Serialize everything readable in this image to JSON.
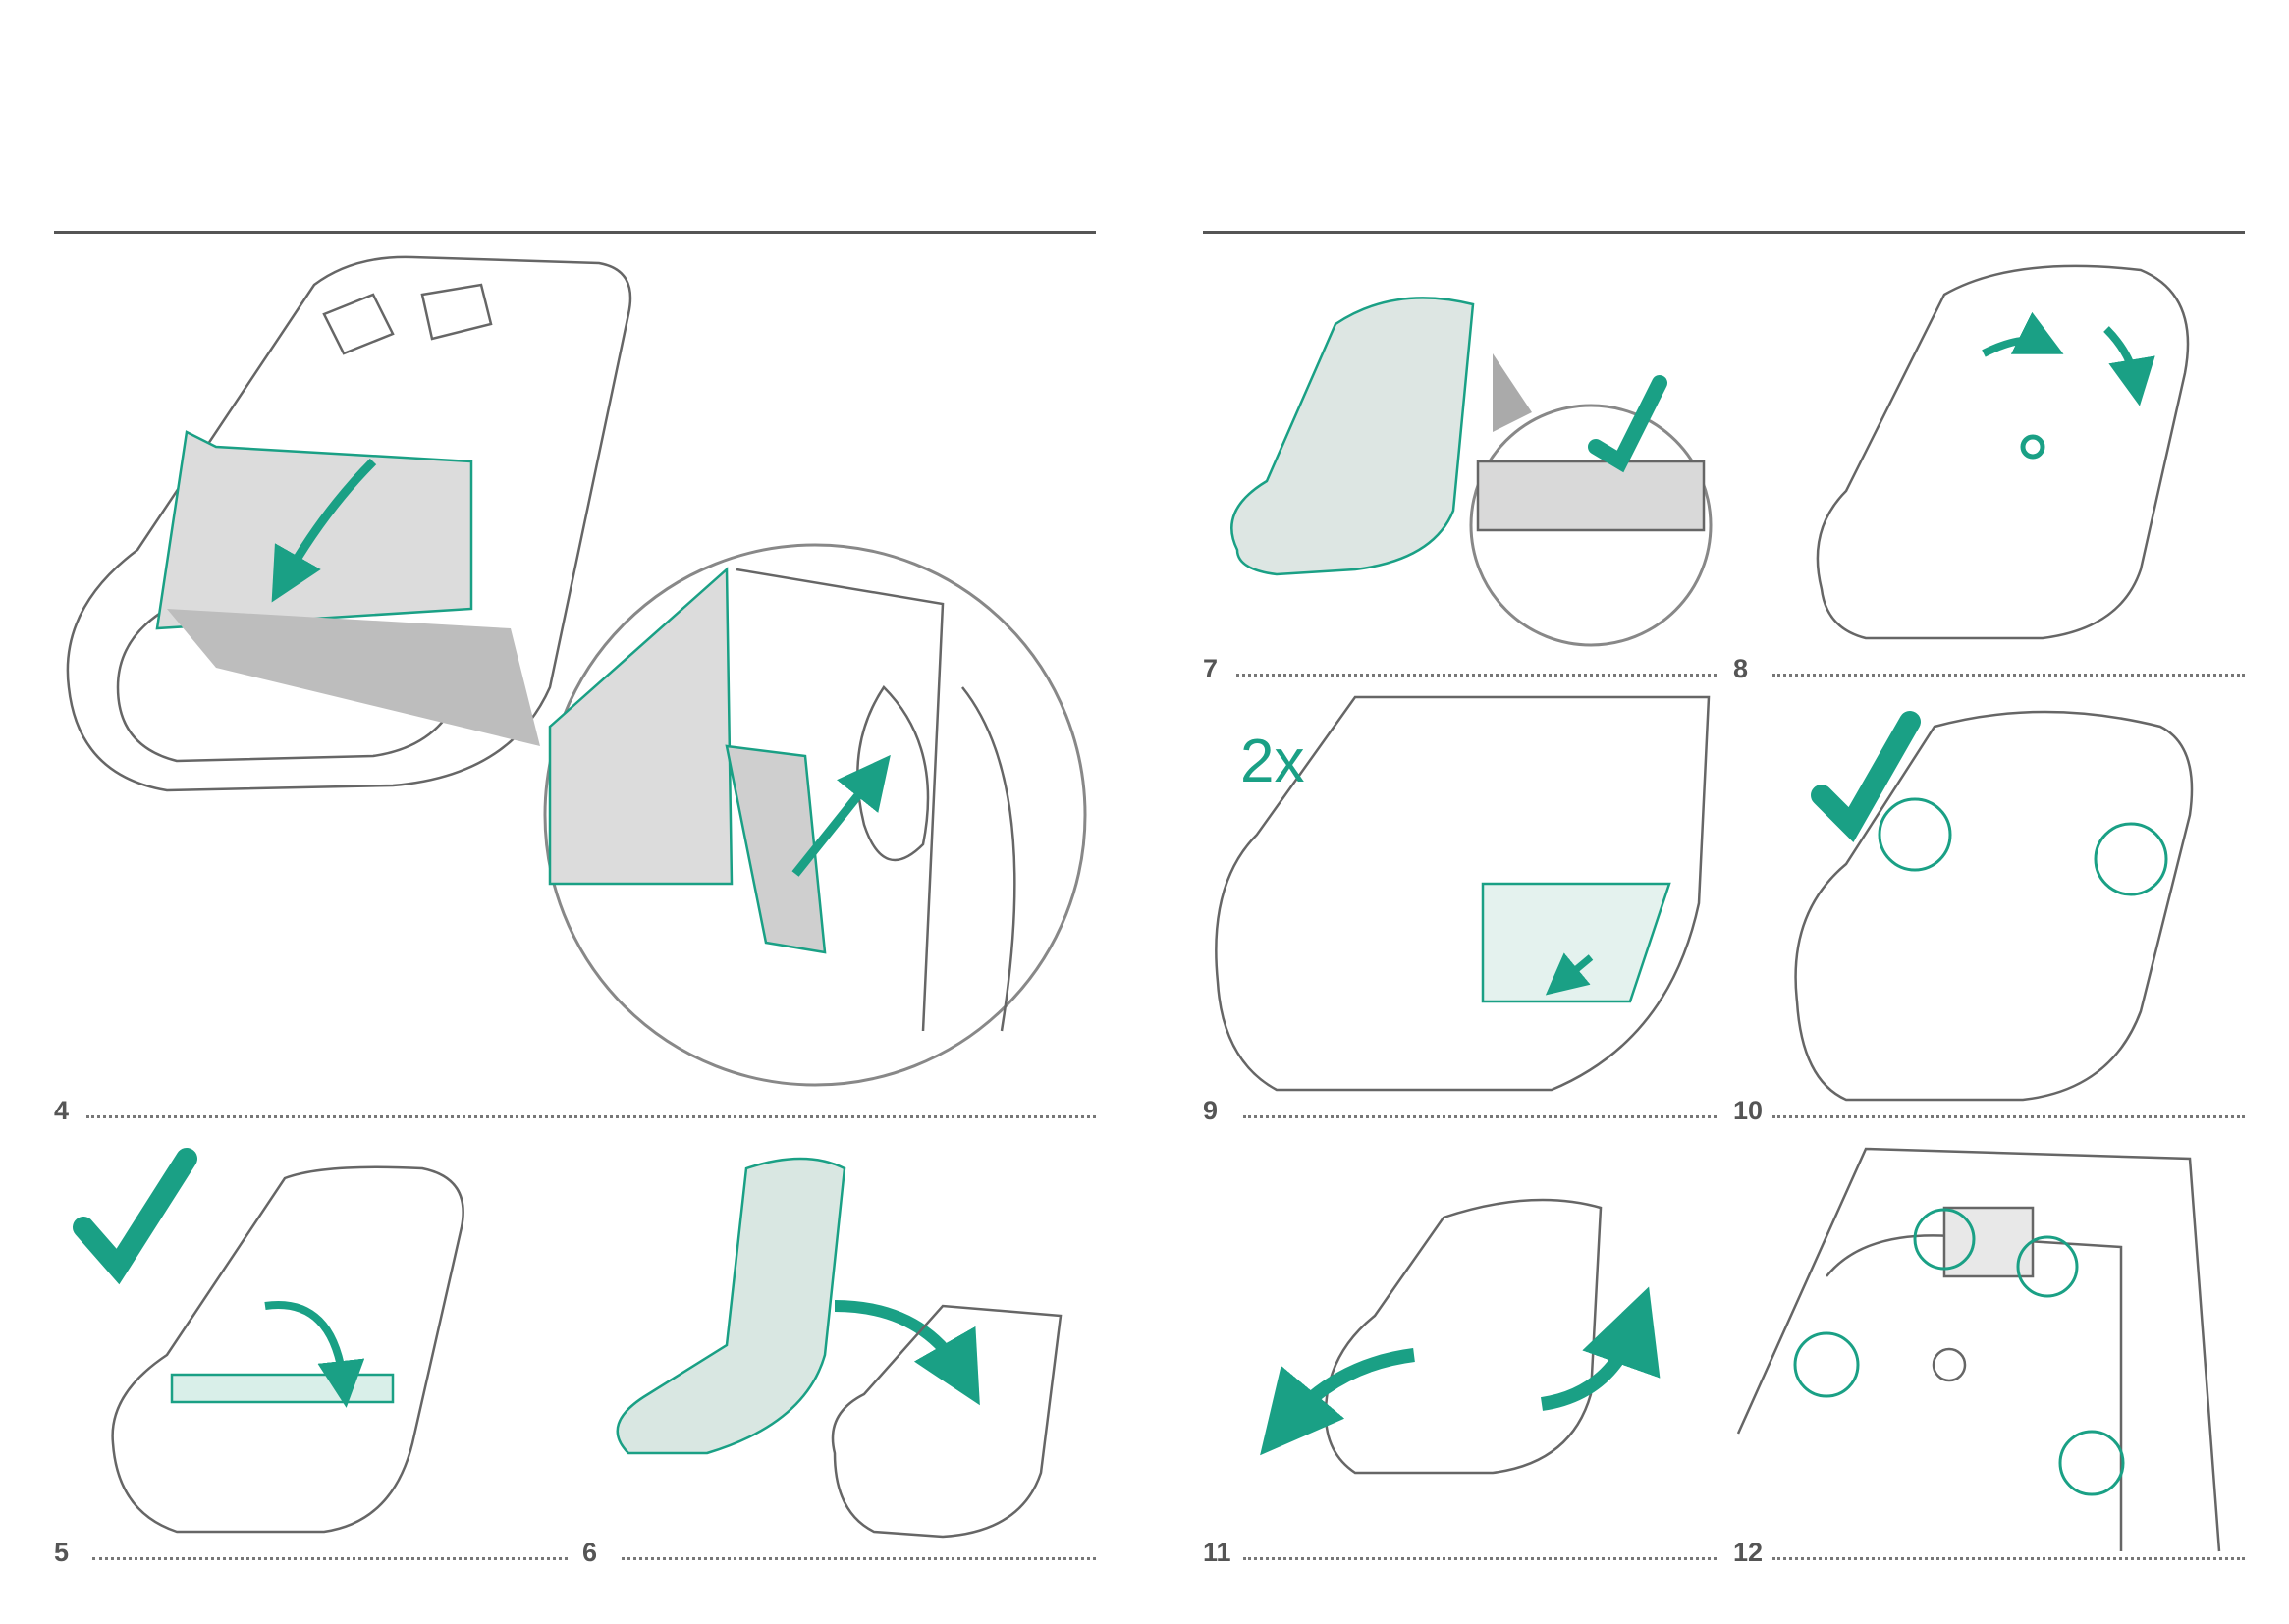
{
  "colors": {
    "accent": "#1aa085",
    "line": "#555555",
    "fill": "#dcdcdc",
    "tint": "#d9efe9"
  },
  "steps": [
    {
      "number": "4"
    },
    {
      "number": "5"
    },
    {
      "number": "6"
    },
    {
      "number": "7"
    },
    {
      "number": "8"
    },
    {
      "number": "9",
      "badge": "2x"
    },
    {
      "number": "10"
    },
    {
      "number": "11"
    },
    {
      "number": "12"
    }
  ],
  "icons": [
    "check-icon",
    "arrow-icon",
    "magnify-circle",
    "rotate-arrow-icon"
  ]
}
